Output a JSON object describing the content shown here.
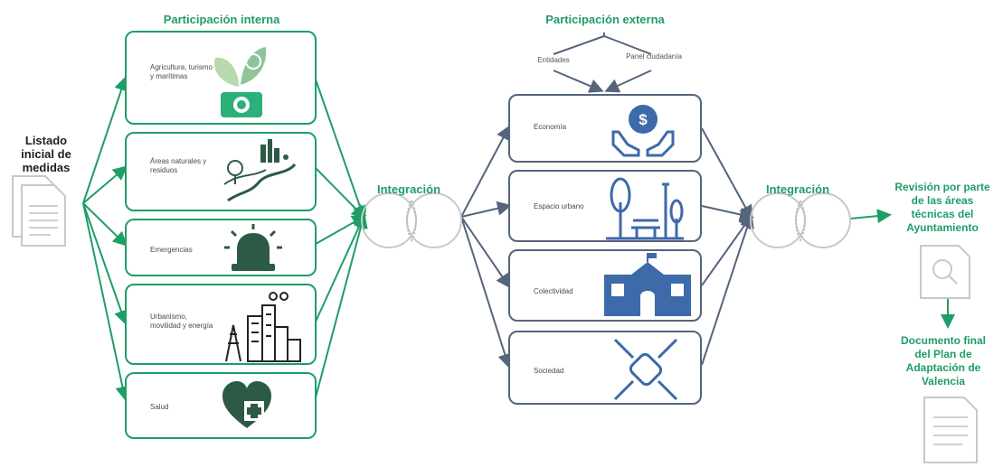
{
  "colors": {
    "green": "#1f9d67",
    "dark_green": "#2f5a45",
    "blue": "#3d6aa8",
    "slate": "#54657c",
    "gray": "#c8c8c8"
  },
  "left": {
    "title": "Listado inicial de medidas"
  },
  "internal": {
    "title": "Participación interna",
    "items": [
      {
        "label": "Agricultura, turismo y marítimas",
        "icon": "sprout-camera-icon"
      },
      {
        "label": "Áreas naturales y residuos",
        "icon": "landscape-icon"
      },
      {
        "label": "Emergencias",
        "icon": "siren-icon"
      },
      {
        "label": "Urbanismo, movilidad y energía",
        "icon": "city-power-icon"
      },
      {
        "label": "Salud",
        "icon": "heart-plus-icon"
      }
    ]
  },
  "integration1": {
    "label": "Integración"
  },
  "external": {
    "title": "Participación externa",
    "sources": [
      "Entidades",
      "Panel ciudadanía"
    ],
    "items": [
      {
        "label": "Economía",
        "icon": "money-hands-icon"
      },
      {
        "label": "Espacio urbano",
        "icon": "park-icon"
      },
      {
        "label": "Colectividad",
        "icon": "school-icon"
      },
      {
        "label": "Sociedad",
        "icon": "joined-hands-icon"
      }
    ]
  },
  "integration2": {
    "label": "Integración"
  },
  "review": {
    "label": "Revisión por parte de las áreas técnicas del Ayuntamiento"
  },
  "final": {
    "label": "Documento final del Plan de Adaptación de Valencia"
  }
}
